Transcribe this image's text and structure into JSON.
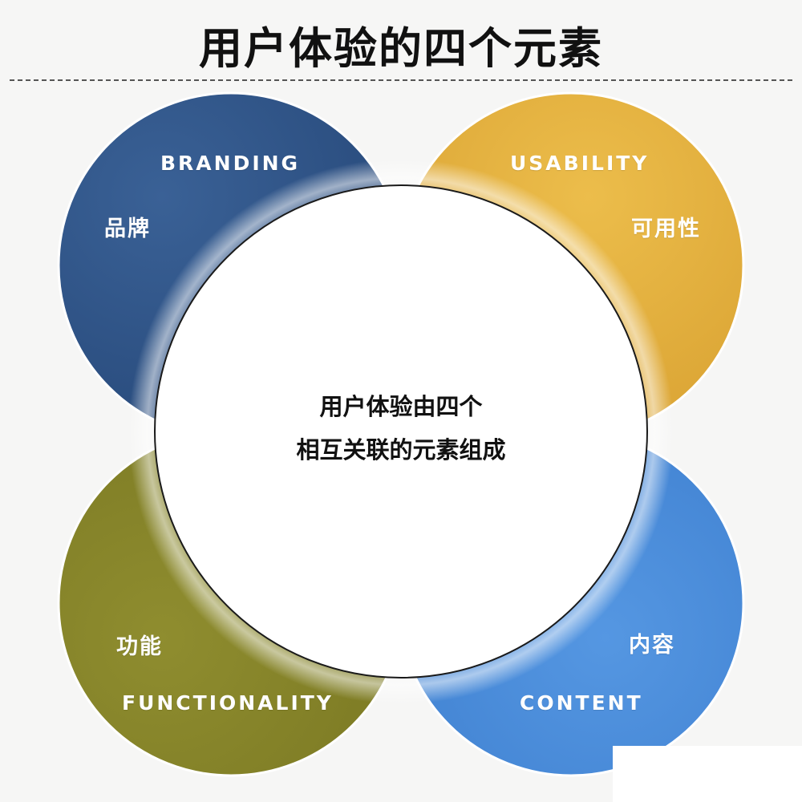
{
  "title": "用户体验的四个元素",
  "center": {
    "line1": "用户体验由四个",
    "line2": "相互关联的元素组成"
  },
  "elements": [
    {
      "key": "branding",
      "en": "BRANDING",
      "zh": "品牌",
      "color": "#2e5589"
    },
    {
      "key": "usability",
      "en": "USABILITY",
      "zh": "可用性",
      "color": "#e2ad3a"
    },
    {
      "key": "functionality",
      "en": "FUNCTIONALITY",
      "zh": "功能",
      "color": "#858428"
    },
    {
      "key": "content",
      "en": "CONTENT",
      "zh": "内容",
      "color": "#4a8bd8"
    }
  ]
}
